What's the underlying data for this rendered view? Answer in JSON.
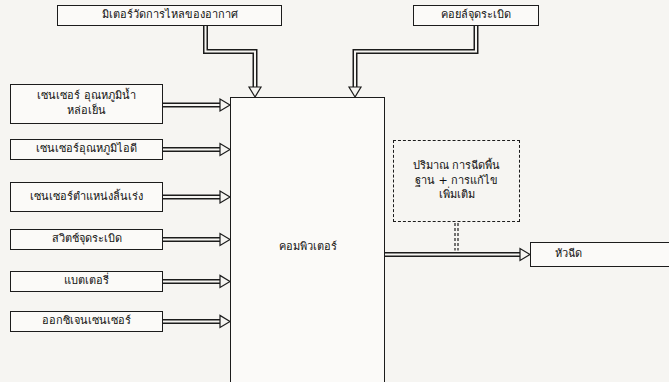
{
  "diagram": {
    "nodes": [
      {
        "text": [
          "มิเตอร์วัดการไหลของอากาศ"
        ]
      },
      {
        "text": [
          "คอยล์จุดระเบิด"
        ]
      },
      {
        "text": [
          "เซนเซอร์ อุณหภูมิน้ำหล่อเย็น"
        ]
      },
      {
        "text": [
          "เซนเซอร์อุณหภูมิไอดี"
        ]
      },
      {
        "text": [
          "เซนเซอร์ตำแหน่งลิ้นเร่ง"
        ]
      },
      {
        "text": [
          "สวิตช์จุดระเบิด"
        ]
      },
      {
        "text": [
          "แบตเตอรี่"
        ]
      },
      {
        "text": [
          "ออกซิเจนเซนเซอร์"
        ]
      },
      {
        "text": [
          "คอมพิวเตอร์"
        ]
      },
      {
        "text": [
          "ปริมาณ การฉีดพื้นฐาน + การแก้ไขเพิ่มเติม"
        ]
      },
      {
        "text": [
          "หัวฉีด"
        ]
      }
    ],
    "edges": [
      {
        "from": 0,
        "to": 8,
        "arrow": "to"
      },
      {
        "from": 1,
        "to": 8,
        "arrow": "to"
      },
      {
        "from": 2,
        "to": 8,
        "arrow": "to"
      },
      {
        "from": 3,
        "to": 8,
        "arrow": "to"
      },
      {
        "from": 4,
        "to": 8,
        "arrow": "to"
      },
      {
        "from": 5,
        "to": 8,
        "arrow": "to"
      },
      {
        "from": 6,
        "to": 8,
        "arrow": "to"
      },
      {
        "from": 7,
        "to": 8,
        "arrow": "to"
      },
      {
        "from": 8,
        "to": 10,
        "arrow": "to"
      }
    ]
  }
}
